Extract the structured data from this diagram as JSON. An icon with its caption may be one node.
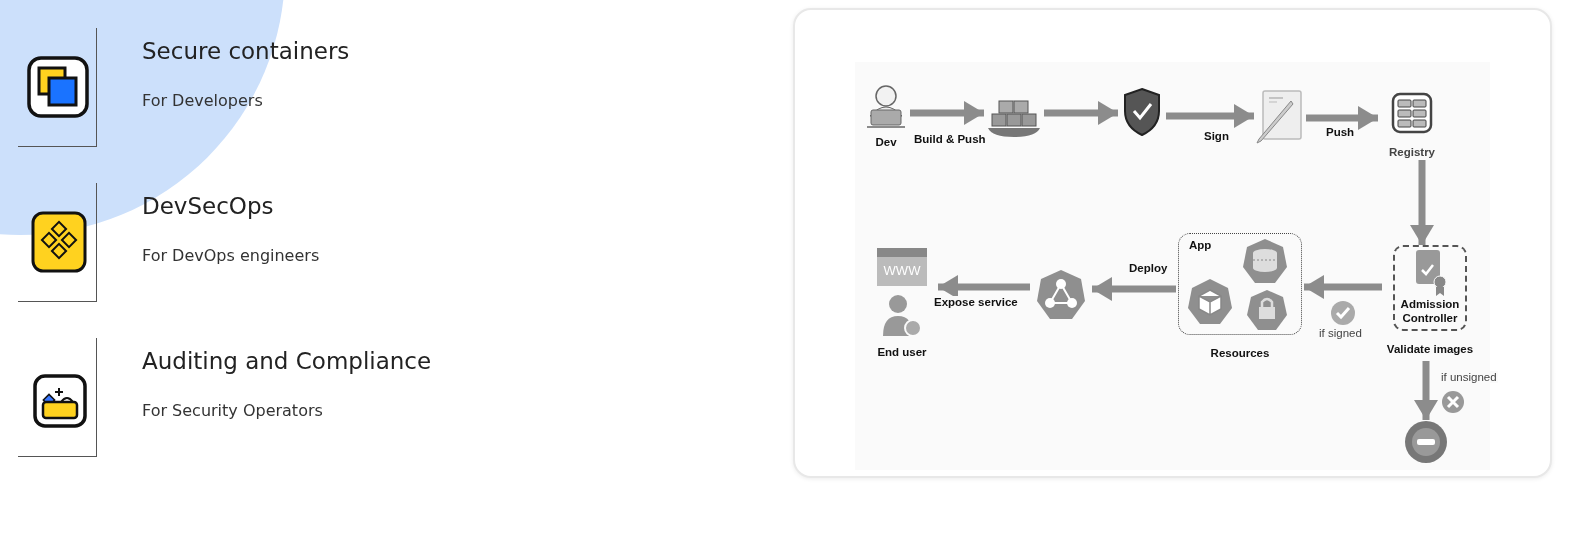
{
  "diagram": {
    "nodes": [
      {
        "text": [
          "Dev"
        ]
      },
      {
        "text": [],
        "shape": "picture"
      },
      {
        "text": [],
        "shape": "picture"
      },
      {
        "text": [],
        "shape": "picture"
      },
      {
        "text": [
          "Registry"
        ]
      },
      {
        "text": [
          "Admission Controller",
          "Validate images"
        ]
      },
      {
        "text": [
          "App",
          "Resources"
        ]
      },
      {
        "text": [],
        "shape": "picture",
        "in": 6
      },
      {
        "text": [],
        "shape": "picture",
        "in": 6
      },
      {
        "text": [],
        "shape": "picture",
        "in": 6
      },
      {
        "text": [],
        "shape": "picture"
      },
      {
        "text": [
          "WWW",
          "End user"
        ]
      },
      {
        "text": [],
        "shape": "circle"
      }
    ],
    "edges": [
      {
        "from": 0,
        "to": 1,
        "arrow": "to",
        "label": "Build & Push"
      },
      {
        "from": 1,
        "to": 2,
        "arrow": "to"
      },
      {
        "from": 2,
        "to": 3,
        "arrow": "to",
        "label": "Sign"
      },
      {
        "from": 3,
        "to": 4,
        "arrow": "to",
        "label": "Push"
      },
      {
        "from": 4,
        "to": 5,
        "arrow": "to"
      },
      {
        "from": 5,
        "to": 6,
        "arrow": "to",
        "label": "if signed"
      },
      {
        "from": 6,
        "to": 10,
        "arrow": "to",
        "label": "Deploy"
      },
      {
        "from": 10,
        "to": 11,
        "arrow": "to",
        "label": "Expose service"
      },
      {
        "from": 5,
        "to": 12,
        "arrow": "to",
        "label": "if unsigned"
      }
    ],
    "labels": [
      "Secure containers",
      "For Developers",
      "DevSecOps",
      "For DevOps engineers",
      "Auditing and Compliance",
      "For Security Operators"
    ]
  }
}
